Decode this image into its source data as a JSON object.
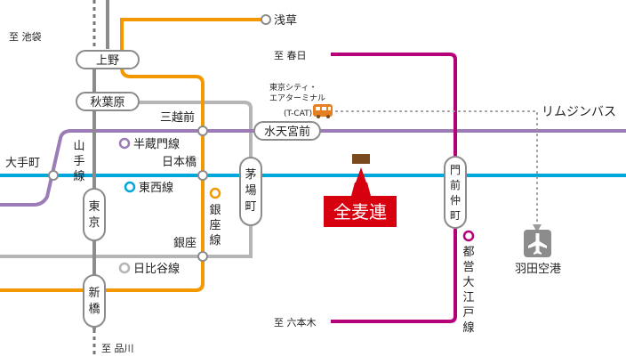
{
  "destinations": {
    "ikebukuro": "至 池袋",
    "kasuga": "至 春日",
    "roppongi": "至 六本木",
    "shinagawa": "至 品川",
    "asakusa": "浅草"
  },
  "stations": {
    "ueno": "上野",
    "akihabara": "秋葉原",
    "mitsukoshimae": "三越前",
    "nihombashi": "日本橋",
    "ginza": "銀座",
    "otemachi": "大手町",
    "suitengumae": "水天宮前",
    "tokyo_v": [
      "東",
      "京"
    ],
    "shimbashi_v": [
      "新",
      "橋"
    ],
    "kayabacho_v": [
      "茅",
      "場",
      "町"
    ],
    "monzen_v": [
      "門",
      "前",
      "仲",
      "町"
    ]
  },
  "lines": {
    "yamanote_v": [
      "山",
      "手",
      "線"
    ],
    "ginza_v": [
      "銀",
      "座",
      "線"
    ],
    "oedo_v": [
      "都",
      "営",
      "大",
      "江",
      "戸",
      "線"
    ],
    "hanzomon": "半蔵門線",
    "tozai": "東西線",
    "hibiya": "日比谷線"
  },
  "tcat": {
    "line1": "東京シティ・",
    "line2": "エアターミナル",
    "line3": "(T-CAT)"
  },
  "limousine": "リムジンバス",
  "airport": "羽田空港",
  "office": "全麦連",
  "colors": {
    "yamanote": "#8c8c8c",
    "ginza_line": "#f39800",
    "hanzomon": "#9b7cb6",
    "tozai": "#00a7db",
    "hibiya": "#b5b5b6",
    "oedo": "#b6007a",
    "office_label": "#d7000f",
    "office_marker": "#7a4a1e",
    "bus_icon": "#e67e22"
  }
}
